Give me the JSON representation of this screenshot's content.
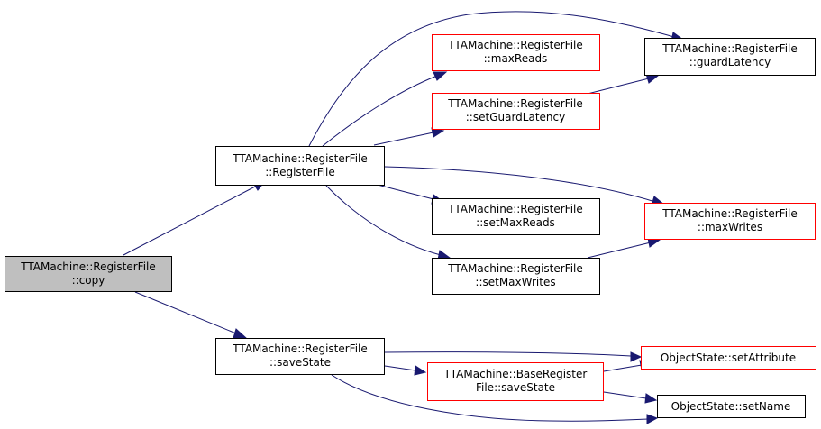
{
  "colors": {
    "edge": "#191970",
    "border_default": "#000000",
    "border_truncated": "#ff0000",
    "focus_fill": "#bfbfbf"
  },
  "nodes": {
    "copy": {
      "line1": "TTAMachine::RegisterFile",
      "line2": "::copy"
    },
    "registerFile": {
      "line1": "TTAMachine::RegisterFile",
      "line2": "::RegisterFile"
    },
    "saveState": {
      "line1": "TTAMachine::RegisterFile",
      "line2": "::saveState"
    },
    "maxReads": {
      "line1": "TTAMachine::RegisterFile",
      "line2": "::maxReads"
    },
    "setGuardLatency": {
      "line1": "TTAMachine::RegisterFile",
      "line2": "::setGuardLatency"
    },
    "setMaxReads": {
      "line1": "TTAMachine::RegisterFile",
      "line2": "::setMaxReads"
    },
    "setMaxWrites": {
      "line1": "TTAMachine::RegisterFile",
      "line2": "::setMaxWrites"
    },
    "baseSaveState": {
      "line1": "TTAMachine::BaseRegister",
      "line2": "File::saveState"
    },
    "guardLatency": {
      "line1": "TTAMachine::RegisterFile",
      "line2": "::guardLatency"
    },
    "maxWrites": {
      "line1": "TTAMachine::RegisterFile",
      "line2": "::maxWrites"
    },
    "setAttribute": {
      "line1": "ObjectState::setAttribute"
    },
    "setName": {
      "line1": "ObjectState::setName"
    }
  }
}
